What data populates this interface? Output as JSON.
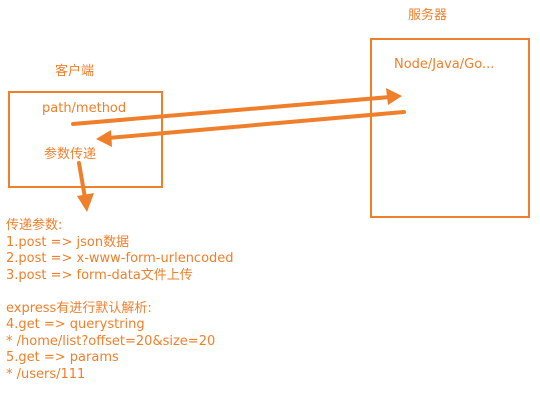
{
  "client": {
    "title": "客户端",
    "path_method": "path/method",
    "param_passing": "参数传递"
  },
  "server": {
    "title": "服务器",
    "tech": "Node/Java/Go..."
  },
  "notes": {
    "heading": "传递参数:",
    "post": [
      "1.post => json数据",
      "2.post => x-www-form-urlencoded",
      "3.post => form-data文件上传"
    ],
    "express_heading": "express有进行默认解析:",
    "get": [
      "4.get => querystring",
      "* /home/list?offset=20&size=20",
      "5.get => params",
      "* /users/111"
    ]
  },
  "colors": {
    "accent": "#f07f2c"
  }
}
